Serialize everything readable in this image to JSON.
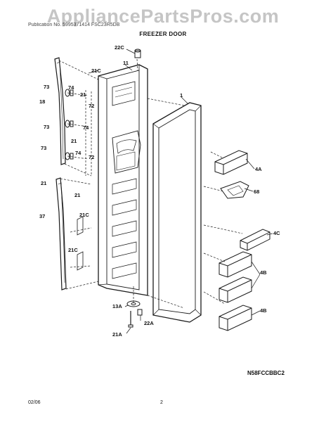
{
  "watermark": "AppliancePartsPros.com",
  "header_line": "Publication No. 5995371414        FSC23R5DB",
  "section_title": "FREEZER DOOR",
  "model_code": "N58FCCBBC2",
  "footer": {
    "date": "02/06",
    "page": "2"
  },
  "part_labels": {
    "p1": "1",
    "p4a": "4A",
    "p68": "68",
    "p4c": "4C",
    "p4b_1": "4B",
    "p4b_2": "4B",
    "p11": "11",
    "p13a": "13A",
    "p18": "18",
    "p21_1": "21",
    "p21_2": "21",
    "p21_3": "21",
    "p21_4": "21",
    "p21a": "21A",
    "p21c_1": "21C",
    "p21c_2": "21C",
    "p21c_3": "21C",
    "p22a": "22A",
    "p22c": "22C",
    "p37": "37",
    "p72_1": "72",
    "p72_2": "72",
    "p73_1": "73",
    "p73_2": "73",
    "p73_3": "73",
    "p74_1": "74",
    "p74_2": "74",
    "p74_3": "74"
  }
}
